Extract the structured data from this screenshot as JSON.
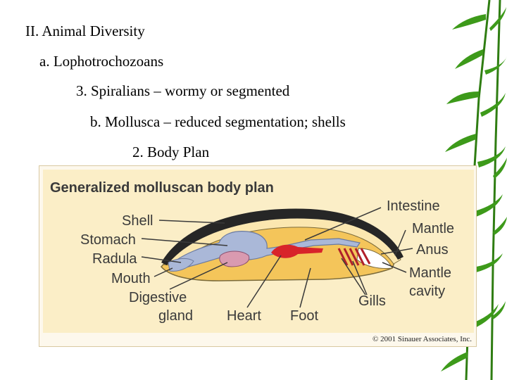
{
  "outline": [
    "II. Animal Diversity",
    "a. Lophotrochozoans",
    "3. Spiralians – wormy or segmented",
    "b. Mollusca – reduced segmentation; shells",
    "2. Body Plan"
  ],
  "figure": {
    "title": "Generalized molluscan body plan",
    "labels": {
      "shell": "Shell",
      "stomach": "Stomach",
      "radula": "Radula",
      "mouth": "Mouth",
      "digestive": "Digestive",
      "gland": "gland",
      "heart": "Heart",
      "foot": "Foot",
      "intestine": "Intestine",
      "mantle": "Mantle",
      "anus": "Anus",
      "mantle_cavity_1": "Mantle",
      "mantle_cavity_2": "cavity",
      "gills": "Gills"
    },
    "copyright": "© 2001 Sinauer Associates, Inc."
  }
}
